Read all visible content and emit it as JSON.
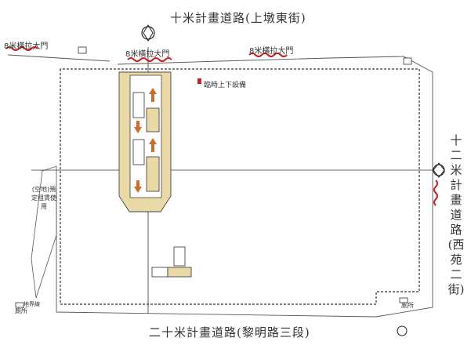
{
  "roads": {
    "top": "十米計畫道路(上墩東街)",
    "bottom": "二十米計畫道路(黎明路三段)",
    "right": "十二米計畫道路(西苑二街)"
  },
  "gates": [
    "8米橫拉大門",
    "8米橫拉大門",
    "8米橫拉大門"
  ],
  "labels": {
    "hoist": "臨時上下設備",
    "open_space": "(空地)預定租賃使用",
    "boundary": "地界線",
    "toilet_left": "廁所",
    "toilet_right": "廁所"
  },
  "colors": {
    "gate_mark": "#cc1f1f",
    "ramp_fill": "#e8d9a6",
    "arrow": "#d06a2a",
    "line": "#333333"
  }
}
